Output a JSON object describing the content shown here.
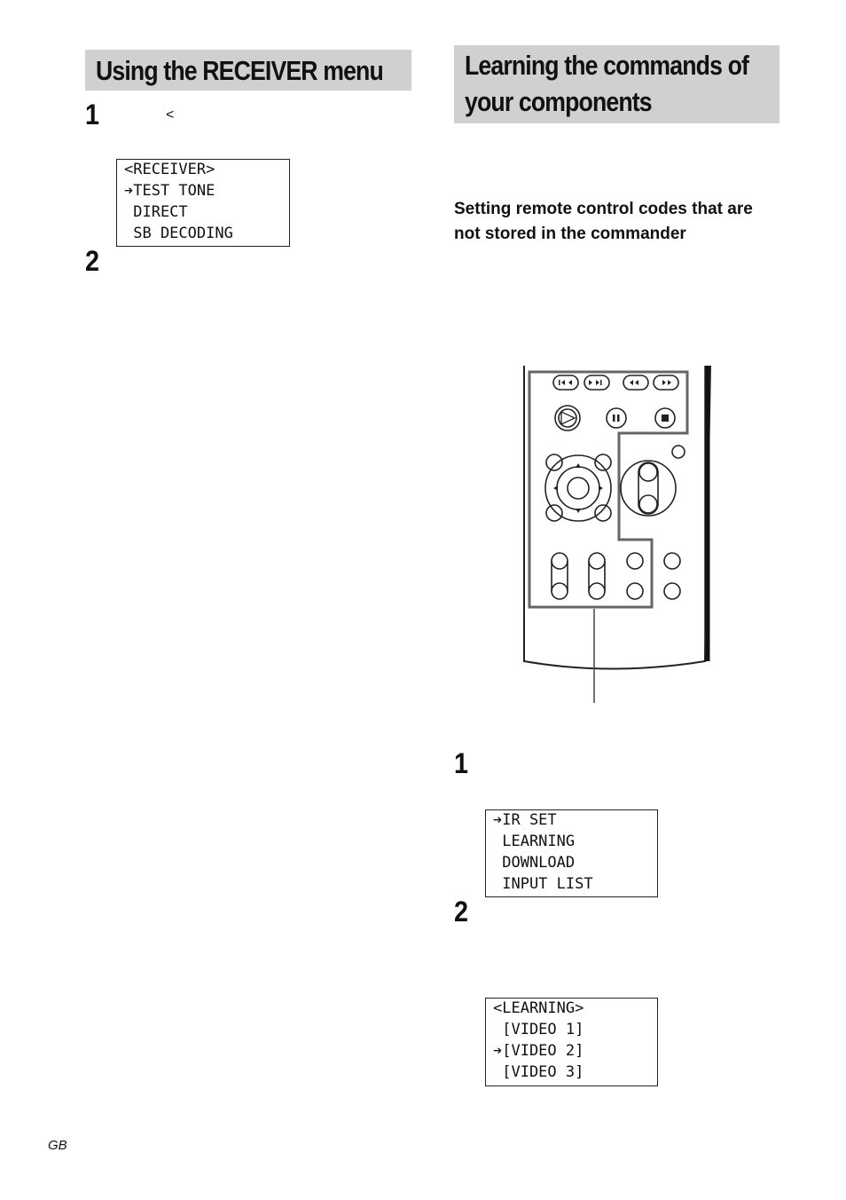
{
  "left": {
    "heading": "Using the RECEIVER menu",
    "step1": "1",
    "step1_text": "<",
    "step2": "2",
    "lcd_receiver": [
      "<RECEIVER>",
      "➔TEST TONE",
      " DIRECT",
      " SB DECODING"
    ]
  },
  "right": {
    "heading_line1": "Learning the commands of",
    "heading_line2": "your components",
    "subheading": "Setting remote control codes that are not stored in the commander",
    "step1": "1",
    "step2": "2",
    "lcd_menu": [
      "➔IR SET",
      " LEARNING",
      " DOWNLOAD",
      " INPUT LIST"
    ],
    "lcd_learning": [
      "<LEARNING>",
      " [VIDEO 1]",
      "➔[VIDEO 2]",
      " [VIDEO 3]"
    ]
  },
  "footer": {
    "page_mark": "GB"
  },
  "figure": {
    "icons": [
      "prev-track-icon",
      "next-track-icon",
      "rewind-icon",
      "fast-forward-icon",
      "play-icon",
      "pause-icon",
      "stop-icon"
    ]
  }
}
